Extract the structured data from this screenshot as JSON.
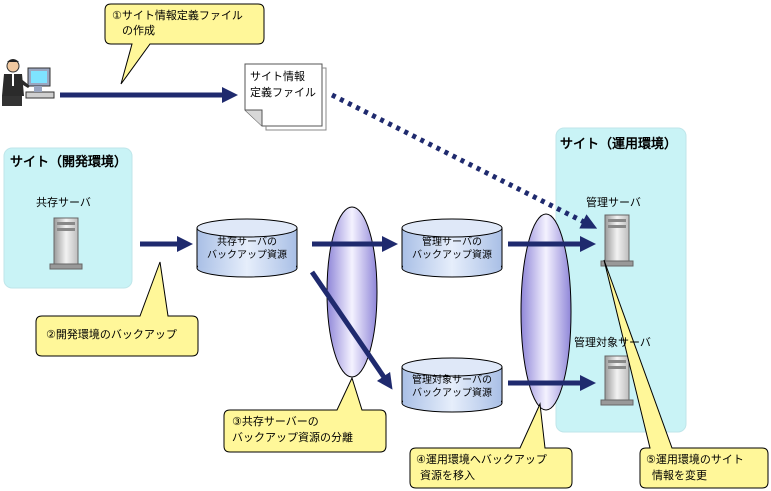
{
  "callouts": {
    "c1_line1": "①サイト情報定義ファイル",
    "c1_line2": "の作成",
    "c2": "②開発環境のバックアップ",
    "c3_line1": "③共存サーバーの",
    "c3_line2": "バックアップ資源の分離",
    "c4_line1": "④運用環境へバックアップ",
    "c4_line2": "資源を移入",
    "c5_line1": "⑤運用環境のサイト",
    "c5_line2": "情報を変更"
  },
  "document": {
    "line1": "サイト情報",
    "line2": "定義ファイル"
  },
  "dev_site": {
    "title": "サイト（開発環境）",
    "server_label": "共存サーバ"
  },
  "ops_site": {
    "title": "サイト（運用環境）",
    "manager_label": "管理サーバ",
    "target_label": "管理対象サーバ"
  },
  "resources": {
    "coexist_line1": "共存サーバの",
    "coexist_line2": "バックアップ資源",
    "manager_line1": "管理サーバの",
    "manager_line2": "バックアップ資源",
    "target_line1": "管理対象サーバの",
    "target_line2": "バックアップ資源"
  },
  "colors": {
    "site_bg": "#c9f3f6",
    "callout_bg": "#fff799",
    "arrow": "#1f2a6e",
    "cylinder": "#c7d6ee",
    "lens": "#b9b2ea"
  }
}
